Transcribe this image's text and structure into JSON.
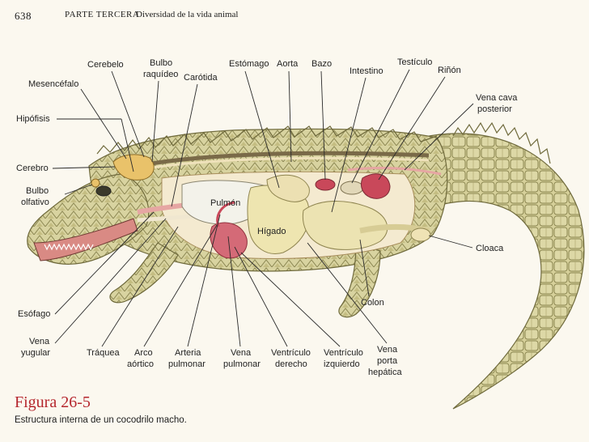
{
  "header": {
    "page_number": "638",
    "part": "PARTE TERCERA",
    "section": "Diversidad de la vida animal"
  },
  "labels": {
    "cerebelo": "Cerebelo",
    "bulbo_raquideo_1": "Bulbo",
    "bulbo_raquideo_2": "raquídeo",
    "carotida": "Carótida",
    "estomago": "Estómago",
    "aorta": "Aorta",
    "bazo": "Bazo",
    "intestino": "Intestino",
    "testiculo": "Testículo",
    "rinon": "Riñón",
    "mesencefalo": "Mesencéfalo",
    "hipofisis": "Hipófisis",
    "cerebro": "Cerebro",
    "bulbo_olfativo_1": "Bulbo",
    "bulbo_olfativo_2": "olfativo",
    "vena_cava_1": "Vena cava",
    "vena_cava_2": "posterior",
    "pulmon": "Pulmón",
    "higado": "Hígado",
    "cloaca": "Cloaca",
    "colon": "Colon",
    "esofago": "Esófago",
    "vena_yugular_1": "Vena",
    "vena_yugular_2": "yugular",
    "traquea": "Tráquea",
    "arco_aortico_1": "Arco",
    "arco_aortico_2": "aórtico",
    "arteria_pulmonar_1": "Arteria",
    "arteria_pulmonar_2": "pulmonar",
    "vena_pulmonar_1": "Vena",
    "vena_pulmonar_2": "pulmonar",
    "ventriculo_derecho_1": "Ventrículo",
    "ventriculo_derecho_2": "derecho",
    "ventriculo_izquierdo_1": "Ventrículo",
    "ventriculo_izquierdo_2": "izquierdo",
    "vena_porta_1": "Vena",
    "vena_porta_2": "porta",
    "vena_porta_3": "hepática"
  },
  "caption": {
    "title": "Figura 26-5",
    "text": "Estructura interna de un cocodrilo macho."
  },
  "colors": {
    "caption_accent": "#b5262d",
    "scales_light": "#d8d3a0",
    "scales_dark": "#8f8a55",
    "organ_pink": "#e6a6a3",
    "organ_red": "#c9485a",
    "liver": "#eee5b0",
    "lung": "#f3f2ea",
    "brain": "#e9c26a"
  }
}
